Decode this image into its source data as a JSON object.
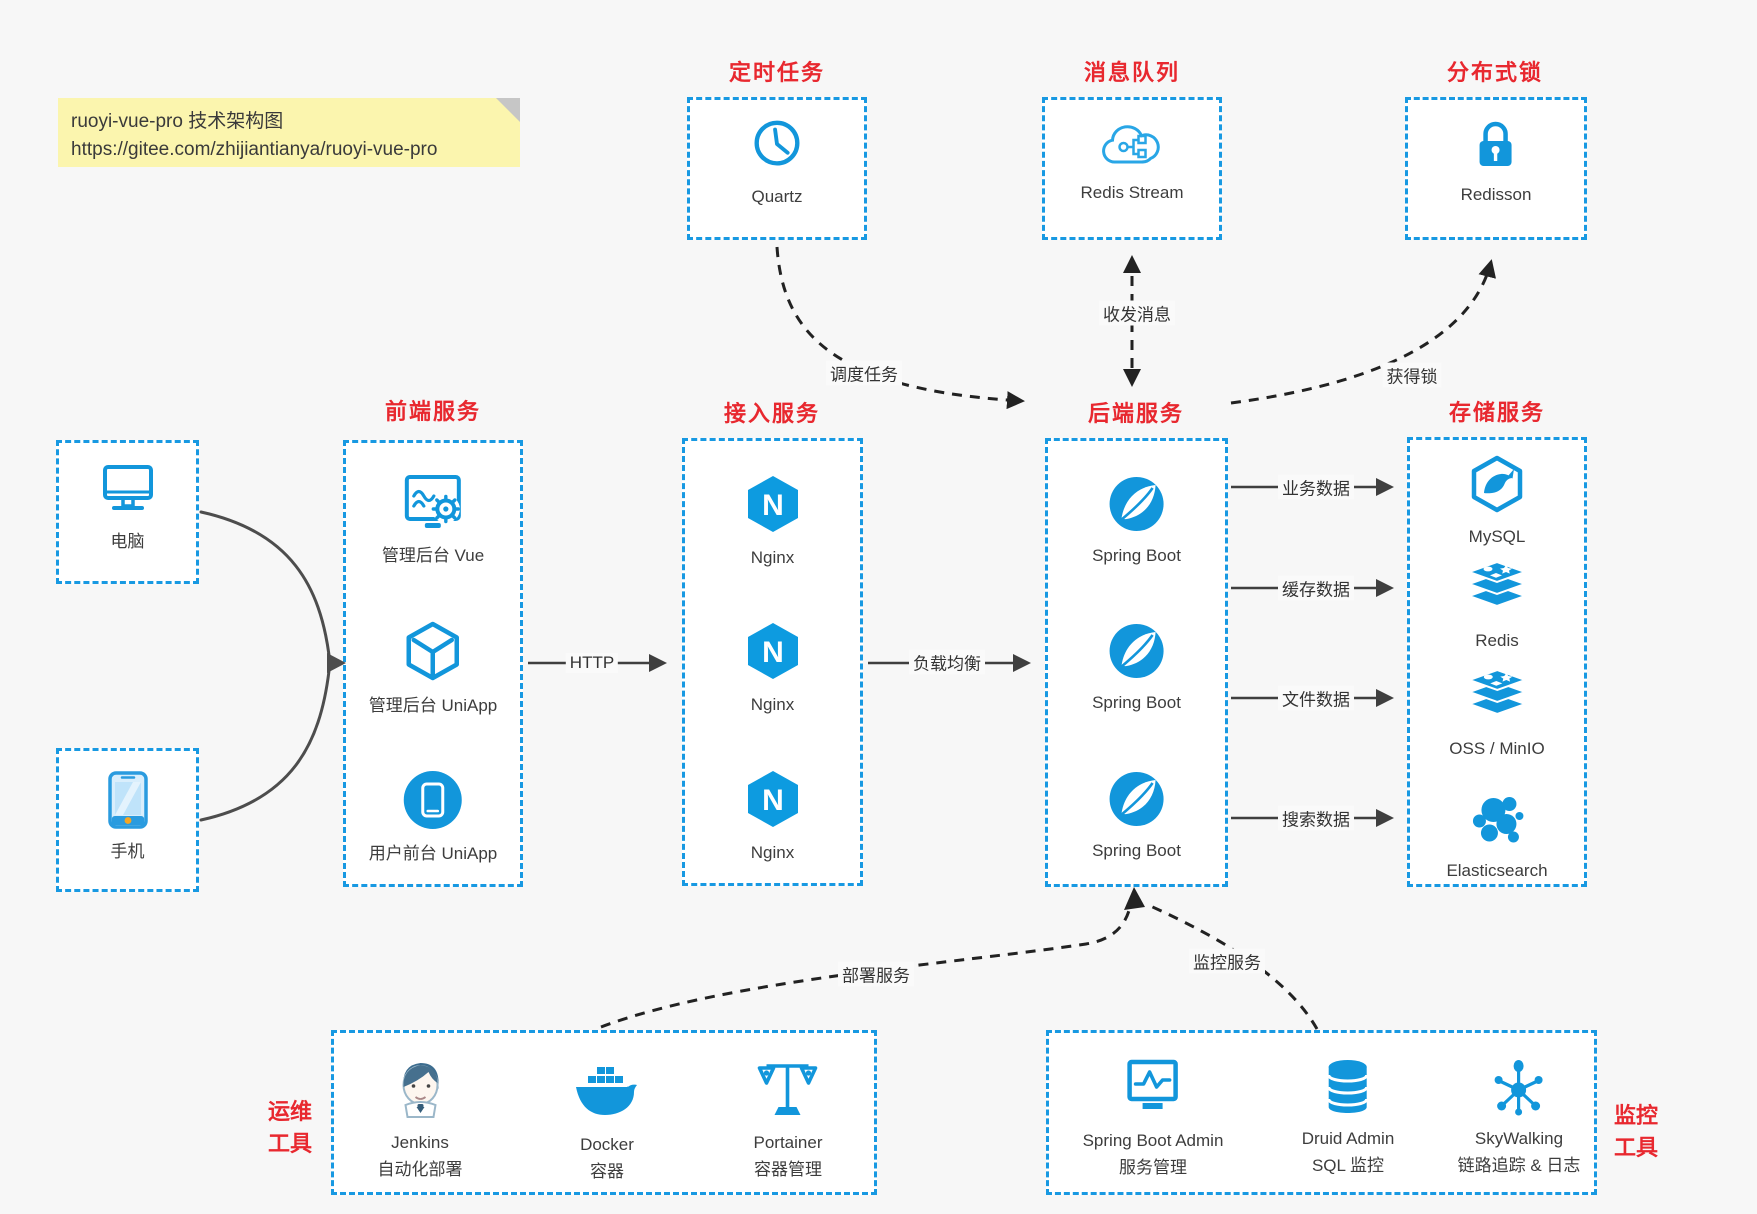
{
  "note": {
    "line1": "ruoyi-vue-pro 技术架构图",
    "line2": "https://gitee.com/zhijiantianya/ruoyi-vue-pro"
  },
  "colors": {
    "primary_blue": "#1296db",
    "box_border_blue": "#1899e2",
    "title_red": "#e8282f",
    "background": "#f7f7f7",
    "note_yellow": "#fbf5ae",
    "solid_arrow": "#3f3f3f",
    "dashed_arrow": "#222222",
    "label_text": "#3d3d3d",
    "phone_accent_orange": "#f5a623"
  },
  "sections": {
    "scheduled": {
      "title": "定时任务",
      "item": "Quartz"
    },
    "mq": {
      "title": "消息队列",
      "item": "Redis Stream"
    },
    "lock": {
      "title": "分布式锁",
      "item": "Redisson"
    },
    "clients": {
      "pc": "电脑",
      "phone": "手机"
    },
    "frontend": {
      "title": "前端服务",
      "items": [
        "管理后台 Vue",
        "管理后台 UniApp",
        "用户前台 UniApp"
      ]
    },
    "access": {
      "title": "接入服务",
      "items": [
        "Nginx",
        "Nginx",
        "Nginx"
      ]
    },
    "backend": {
      "title": "后端服务",
      "items": [
        "Spring Boot",
        "Spring Boot",
        "Spring Boot"
      ]
    },
    "storage": {
      "title": "存储服务",
      "items": [
        "MySQL",
        "Redis",
        "OSS / MinIO",
        "Elasticsearch"
      ]
    },
    "ops": {
      "title_line1": "运维",
      "title_line2": "工具",
      "items": [
        {
          "name": "Jenkins",
          "desc": "自动化部署"
        },
        {
          "name": "Docker",
          "desc": "容器"
        },
        {
          "name": "Portainer",
          "desc": "容器管理"
        }
      ]
    },
    "monitor": {
      "title_line1": "监控",
      "title_line2": "工具",
      "items": [
        {
          "name": "Spring Boot Admin",
          "desc": "服务管理"
        },
        {
          "name": "Druid Admin",
          "desc": "SQL 监控"
        },
        {
          "name": "SkyWalking",
          "desc": "链路追踪 & 日志"
        }
      ]
    }
  },
  "edges": {
    "http": "HTTP",
    "load_balance": "负载均衡",
    "schedule": "调度任务",
    "message": "收发消息",
    "acquire_lock": "获得锁",
    "business_data": "业务数据",
    "cache_data": "缓存数据",
    "file_data": "文件数据",
    "search_data": "搜索数据",
    "deploy": "部署服务",
    "monitor": "监控服务"
  }
}
